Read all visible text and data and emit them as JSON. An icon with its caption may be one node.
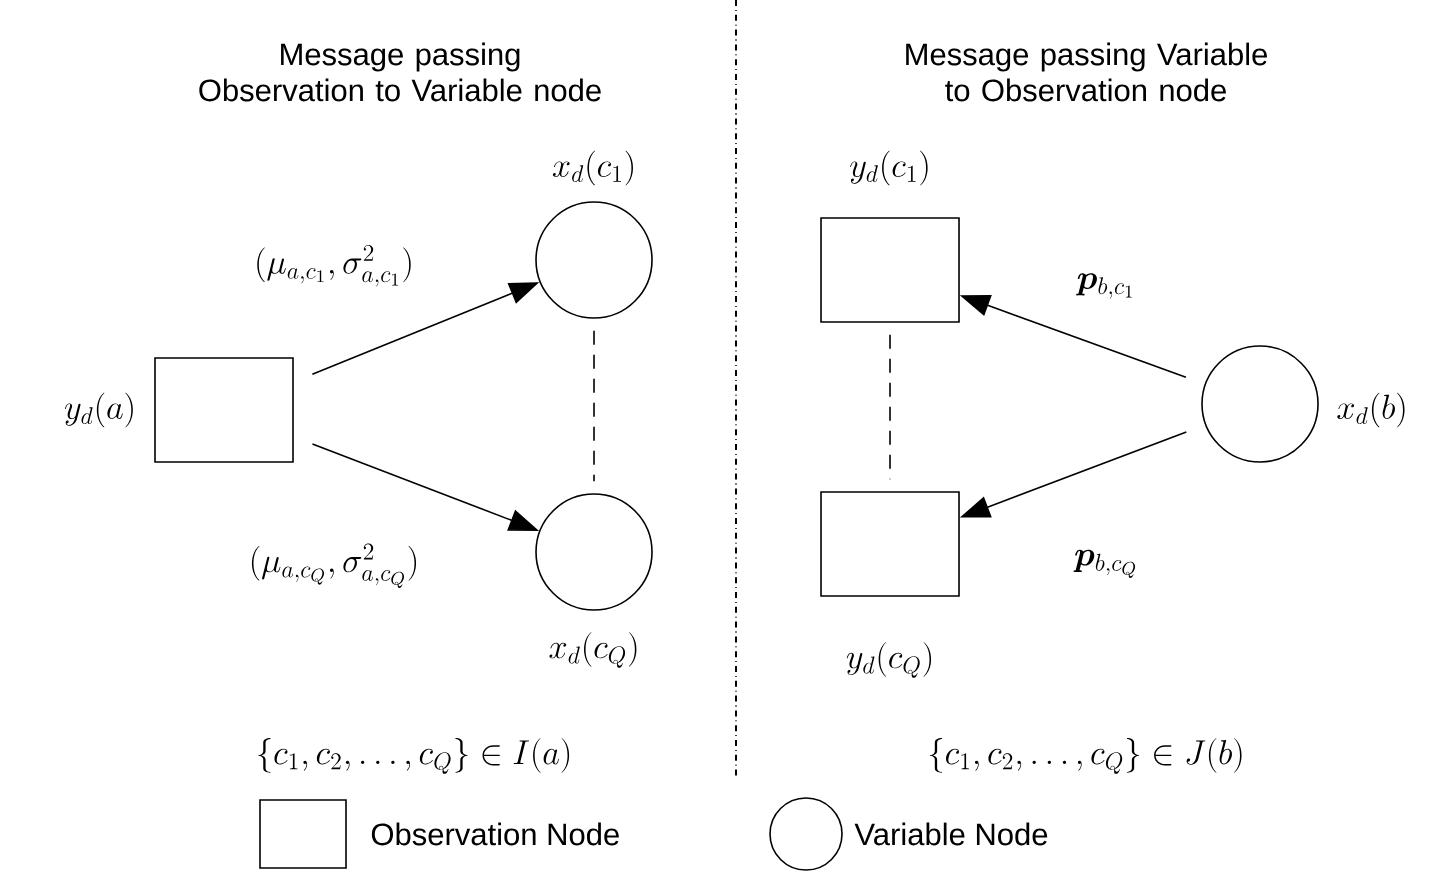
{
  "diagram": {
    "nodes": [
      {
        "text": [],
        "shape": "box",
        "beside": [
          "y_d(a)"
        ]
      },
      {
        "text": [],
        "shape": "circle",
        "beside": [
          "x_d(c_1)"
        ]
      },
      {
        "text": [],
        "shape": "circle",
        "beside": [
          "x_d(c_Q)"
        ]
      },
      {
        "text": [],
        "shape": "box",
        "beside": [
          "y_d(c_1)"
        ]
      },
      {
        "text": [],
        "shape": "box",
        "beside": [
          "y_d(c_Q)"
        ]
      },
      {
        "text": [],
        "shape": "circle",
        "beside": [
          "x_d(b)"
        ]
      }
    ],
    "edges": [
      {
        "from": 0,
        "to": 1,
        "arrow": "to",
        "label": "(\\mu_{a,c_1},\\sigma^2_{a,c_1})"
      },
      {
        "from": 0,
        "to": 2,
        "arrow": "to",
        "label": "(\\mu_{a,c_Q},\\sigma^2_{a,c_Q})"
      },
      {
        "from": 1,
        "to": 2,
        "arrow": "none",
        "style": "dashed"
      },
      {
        "from": 5,
        "to": 3,
        "arrow": "to",
        "label": "\\boldsymbol{p}_{b,c_1}"
      },
      {
        "from": 5,
        "to": 4,
        "arrow": "to",
        "label": "\\boldsymbol{p}_{b,c_Q}"
      },
      {
        "from": 3,
        "to": 4,
        "arrow": "none",
        "style": "dashed"
      }
    ],
    "labels": [
      "Message passing Observation to Variable node",
      "Message passing Variable to Observation node",
      "\\{c_1,c_2,\\ldots,c_Q\\}\\in I(a)",
      "\\{c_1,c_2,\\ldots,c_Q\\}\\in J(b)"
    ],
    "legend": [
      {
        "text": "Observation Node"
      },
      {
        "text": "Variable Node"
      }
    ]
  }
}
